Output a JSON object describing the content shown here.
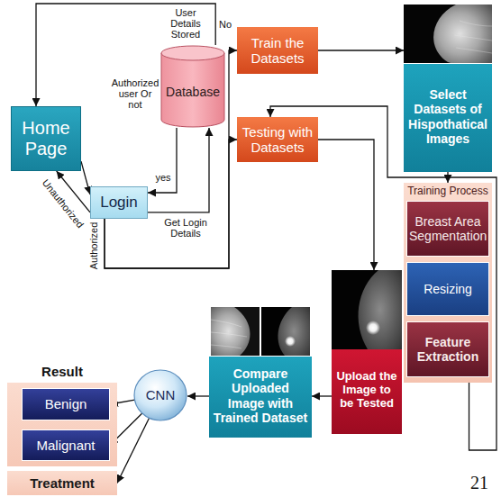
{
  "diagram": {
    "nodes": [
      {
        "text": [
          "Home Page"
        ]
      },
      {
        "text": [
          "Login"
        ]
      },
      {
        "text": [
          "Database"
        ]
      },
      {
        "text": [
          "Train the Datasets"
        ]
      },
      {
        "text": [
          "Testing with Datasets"
        ]
      },
      {
        "text": [
          "Select Datasets of Hispothatical Images"
        ]
      },
      {
        "text": [
          "Training Process"
        ]
      },
      {
        "text": [
          "Breast Area Segmentation"
        ],
        "in": 6
      },
      {
        "text": [
          "Resizing"
        ],
        "in": 6
      },
      {
        "text": [
          "Feature Extraction"
        ],
        "in": 6
      },
      {
        "text": [
          "Result"
        ]
      },
      {
        "text": [
          "Benign"
        ],
        "in": 10
      },
      {
        "text": [
          "Malignant"
        ],
        "in": 10
      },
      {
        "text": [
          "Treatment"
        ]
      },
      {
        "text": [
          "CNN"
        ]
      },
      {
        "text": [
          "Compare Uploaded Image with Trained Dataset"
        ]
      },
      {
        "text": [
          "Upload the Image to be Tested"
        ]
      }
    ],
    "edges": [
      {
        "from": 0,
        "to": 1,
        "arrow": "to"
      },
      {
        "from": 1,
        "to": 0,
        "label": "Unauthorized",
        "arrow": "to"
      },
      {
        "from": 1,
        "to": 2,
        "label": "Get Login Details",
        "arrow": "to"
      },
      {
        "from": 2,
        "to": 1,
        "label": "yes",
        "arrow": "to"
      },
      {
        "from": 2,
        "to": 0,
        "label": "No",
        "arrow": "to"
      },
      {
        "from": 1,
        "to": 3,
        "label": "Authorized",
        "arrow": "to"
      },
      {
        "from": 1,
        "to": 4,
        "arrow": "to"
      },
      {
        "from": 3,
        "to": 5,
        "arrow": "to"
      },
      {
        "from": 4,
        "to": 16,
        "arrow": "to"
      },
      {
        "from": 5,
        "to": 6,
        "arrow": "to"
      },
      {
        "from": 6,
        "to": 4,
        "arrow": "to"
      },
      {
        "from": 16,
        "to": 15,
        "arrow": "to"
      },
      {
        "from": 15,
        "to": 14,
        "arrow": "to"
      },
      {
        "from": 14,
        "to": 11,
        "arrow": "to"
      },
      {
        "from": 14,
        "to": 12,
        "arrow": "to"
      },
      {
        "from": 14,
        "to": 13,
        "arrow": "to"
      }
    ],
    "labels": [
      "Authorized user Or not",
      "User Details Stored",
      "21"
    ]
  }
}
